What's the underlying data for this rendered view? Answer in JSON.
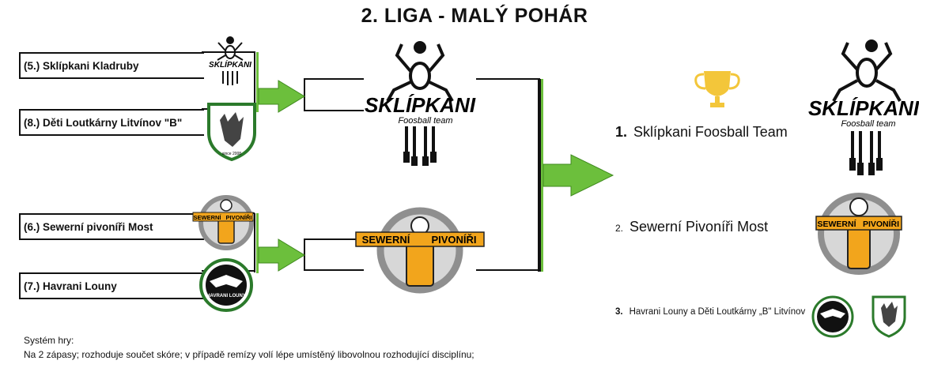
{
  "title": "2. LIGA - MALÝ POHÁR",
  "teams": [
    {
      "label": "(5.) Sklípkani Kladruby",
      "logo": "sklipkani-logo"
    },
    {
      "label": "(8.) Děti Loutkárny Litvínov \"B\"",
      "logo": "deti-loutkarny-logo"
    },
    {
      "label": "(6.) Sewerní pivoníři Most",
      "logo": "sewerni-pivoniri-logo"
    },
    {
      "label": "(7.) Havrani Louny",
      "logo": "havrani-louny-logo"
    }
  ],
  "logos": {
    "sklipkani_main": "SKLÍPKANI",
    "sklipkani_sub": "Foosball team",
    "sewerni_left": "SEWERNÍ",
    "sewerni_right": "PIVONÍŘI",
    "havrani": "HAVRANI LOUNY",
    "deti_since": "since 2008"
  },
  "results": {
    "first_num": "1.",
    "first_name": "Sklípkani Foosball Team",
    "second_num": "2.",
    "second_name": "Sewerní Pivoníři Most",
    "third_num": "3.",
    "third_name": "Havrani Louny a Děti Loutkárny „B\" Litvínov"
  },
  "footer": {
    "heading": "Systém hry:",
    "text": "Na 2 zápasy; rozhoduje součet skóre; v případě remízy volí lépe umístěný libovolnou rozhodující disciplínu;"
  },
  "colors": {
    "arrow": "#6cbf3c",
    "arrow_dark": "#3f8a1e",
    "bracket": "#111111",
    "trophy": "#f3c63a",
    "beer": "#f2a51c"
  }
}
